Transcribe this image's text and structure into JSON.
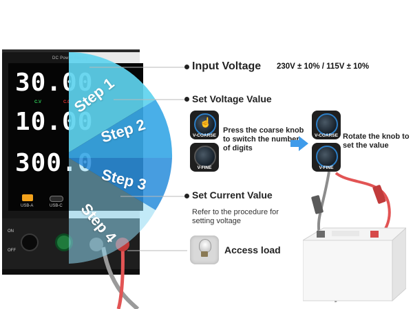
{
  "device": {
    "brand": "DC Power Supply",
    "voltage_reading": "30.00",
    "current_reading": "10.00",
    "power_reading": "300.0",
    "cv_label": "C.V",
    "cc_label": "C.C",
    "usb_a_label": "USB-A",
    "usb_c_label": "USB-C",
    "on_label": "ON",
    "off_label": "OFF"
  },
  "steps": [
    {
      "label": "Step 1"
    },
    {
      "label": "Step 2"
    },
    {
      "label": "Step 3"
    },
    {
      "label": "Step 4"
    }
  ],
  "sections": {
    "input_voltage": {
      "title": "Input Voltage",
      "spec": "230V ± 10% / 115V ± 10%"
    },
    "set_voltage": {
      "title": "Set Voltage Value",
      "coarse_note": "Press the coarse knob to switch the number of digits",
      "rotate_note": "Rotate the knob to set the value",
      "coarse_knob_label": "V-COARSE",
      "fine_knob_label": "V-FINE"
    },
    "set_current": {
      "title": "Set Current Value",
      "note": "Refer to the procedure for setting voltage"
    },
    "access_load": {
      "title": "Access load"
    }
  },
  "colors": {
    "wedge_light": "#5ed3ee",
    "wedge_mid": "#3aa8e6",
    "wedge_dark": "#2d8fdc",
    "accent_blue": "#2d7ec6",
    "arrow_blue": "#3f9bea",
    "cable_red": "#e25454",
    "cable_grey": "#8c8c8c"
  }
}
